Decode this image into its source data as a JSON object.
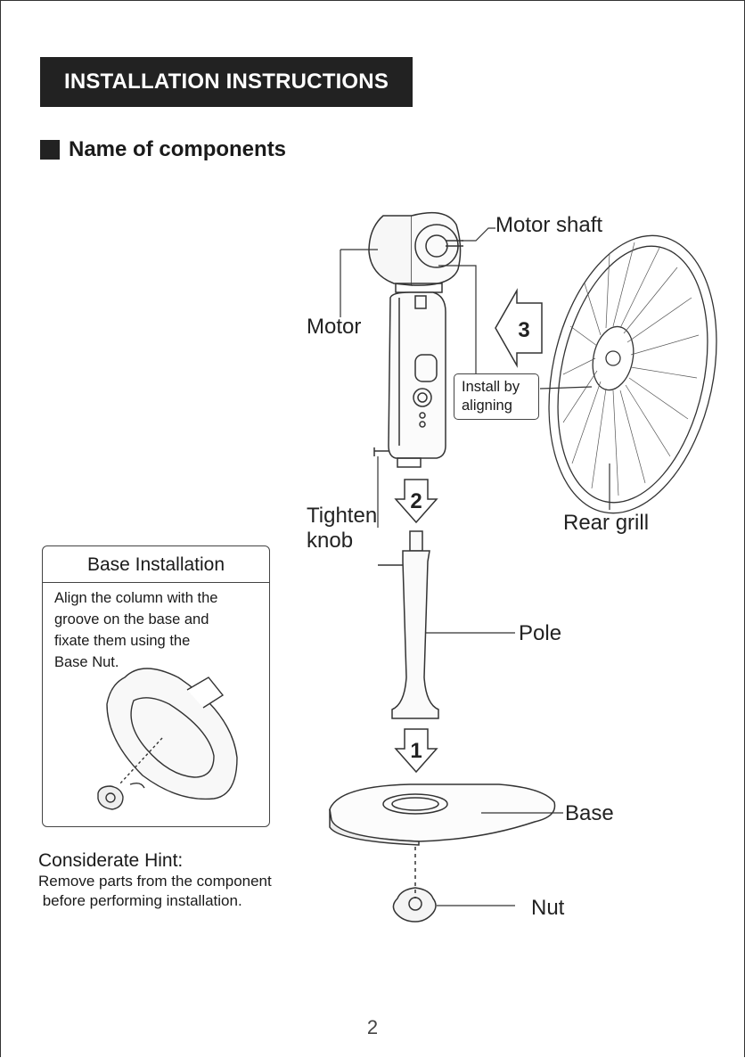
{
  "header": {
    "title": "INSTALLATION INSTRUCTIONS"
  },
  "section": {
    "title": "Name of components"
  },
  "components": {
    "motor_shaft": "Motor shaft",
    "motor": "Motor",
    "install_hint": [
      "Install by",
      "aligning"
    ],
    "tighten_knob": [
      "Tighten",
      "knob"
    ],
    "rear_grill": "Rear grill",
    "pole": "Pole",
    "base": "Base",
    "nut": "Nut"
  },
  "steps": [
    "1",
    "2",
    "3"
  ],
  "base_installation": {
    "title": "Base Installation",
    "lines": [
      "Align the column with the",
      "groove on the base and",
      "fixate them using the",
      "Base Nut."
    ]
  },
  "hint": {
    "title": "Considerate Hint:",
    "lines": [
      "Remove parts from the component",
      " before performing installation."
    ]
  },
  "page_number": "2"
}
